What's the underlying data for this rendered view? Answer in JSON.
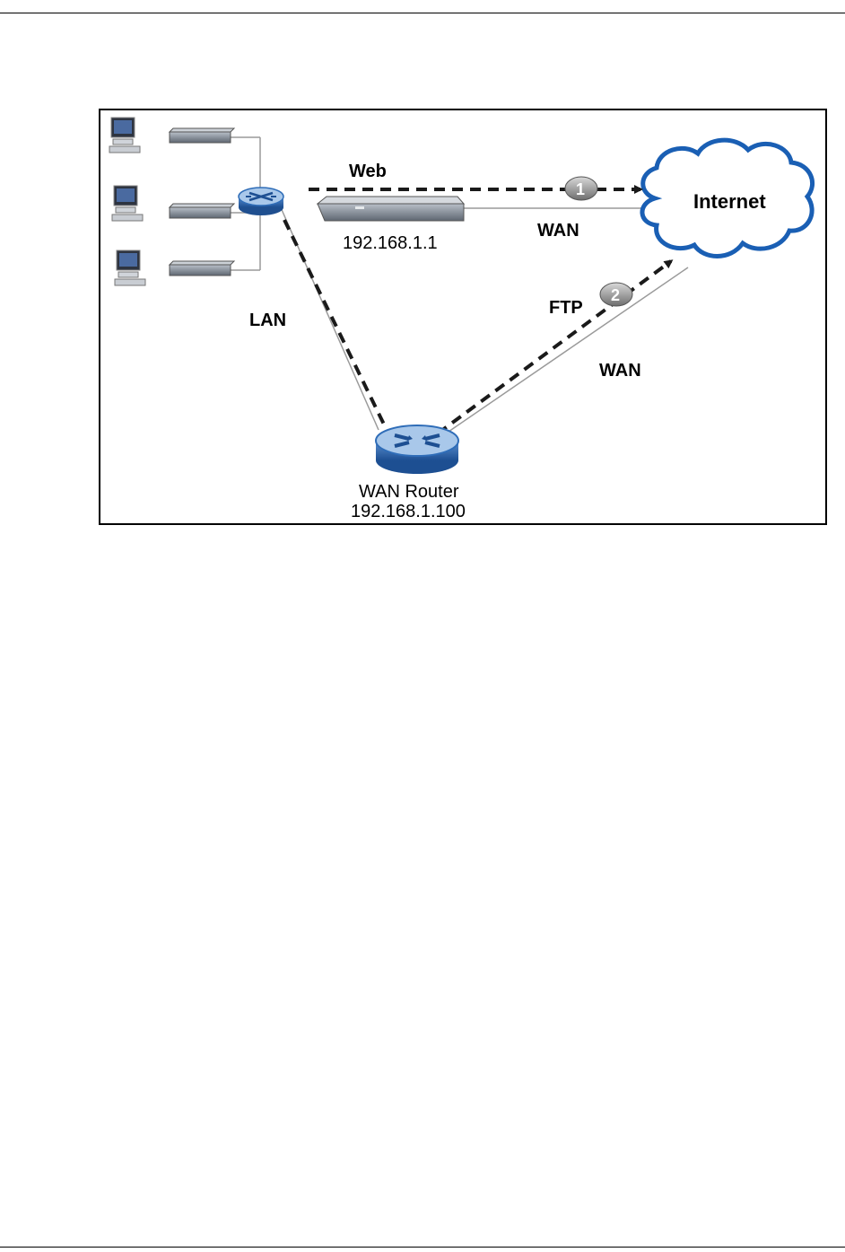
{
  "diagram": {
    "labels": {
      "web": "Web",
      "wan_top": "WAN",
      "internet": "Internet",
      "device_ip": "192.168.1.1",
      "lan": "LAN",
      "ftp": "FTP",
      "wan_bottom": "WAN",
      "router_name": "WAN Router",
      "router_ip": "192.168.1.100"
    },
    "markers": {
      "first": "1",
      "second": "2"
    },
    "colors": {
      "cloud_outline": "#1a5fb4",
      "cloud_fill": "#ffffff",
      "router_blue": "#2f6db8",
      "router_top": "#a9c8ea",
      "device_gray": "#7d8591",
      "path_dash": "#1a1a1a",
      "wire": "#9a9a9a",
      "marker_gray": "#8c8c8c"
    },
    "icons": [
      "computer-icon",
      "modem-icon",
      "switch-icon",
      "firewall-device-icon",
      "cloud-icon",
      "wan-router-icon"
    ]
  }
}
